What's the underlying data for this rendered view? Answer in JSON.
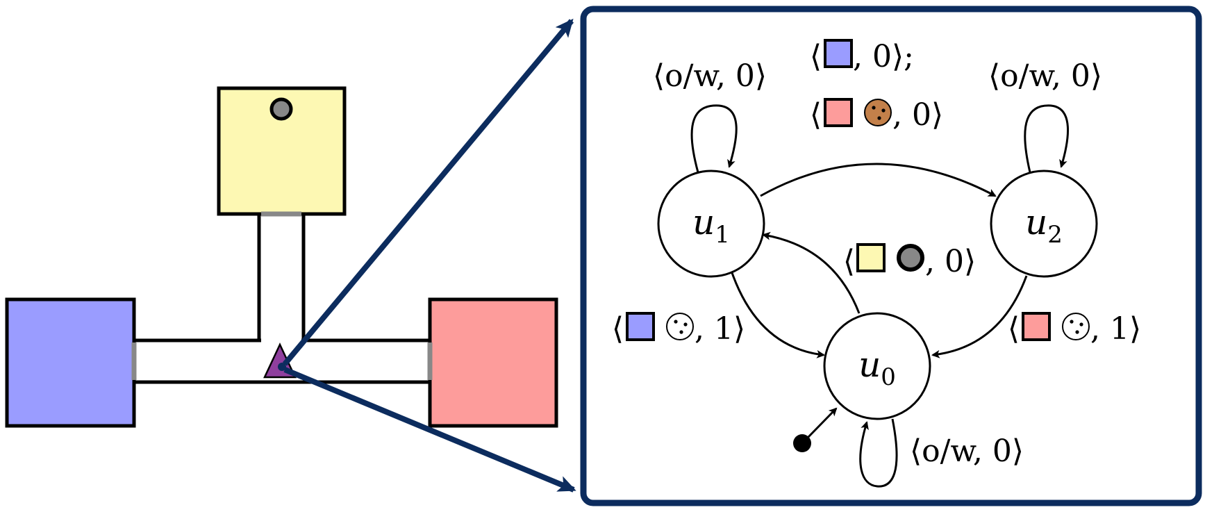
{
  "colors": {
    "room_blue": "#9a9cff",
    "room_yellow": "#fdf8b3",
    "room_red": "#fd9c9b",
    "agent": "#8f3f9e",
    "zoom_frame": "#0c2c5e",
    "door": "#888888",
    "ball": "#888888",
    "cookie": "#c3804a"
  },
  "icons": {
    "agent": "triangle-agent-icon",
    "ball": "ball-icon",
    "cookie": "cookie-icon",
    "empty_cookie": "empty-cookie-icon"
  },
  "automaton": {
    "states": [
      {
        "id": "u1",
        "base": "u",
        "sub": "1"
      },
      {
        "id": "u2",
        "base": "u",
        "sub": "2"
      },
      {
        "id": "u0",
        "base": "u",
        "sub": "0"
      }
    ],
    "labels": {
      "loop_u1": "⟨o/w, 0⟩",
      "loop_u2": "⟨o/w, 0⟩",
      "loop_u0": "⟨o/w, 0⟩",
      "edge_u1_u2_line1_close": ", 0⟩;",
      "edge_u1_u2_line2_close": ", 0⟩",
      "edge_u0_u1_close": ", 0⟩",
      "edge_u1_u0_close": ", 1⟩",
      "edge_u2_u0_close": ", 1⟩",
      "open_angle": "⟨"
    }
  }
}
